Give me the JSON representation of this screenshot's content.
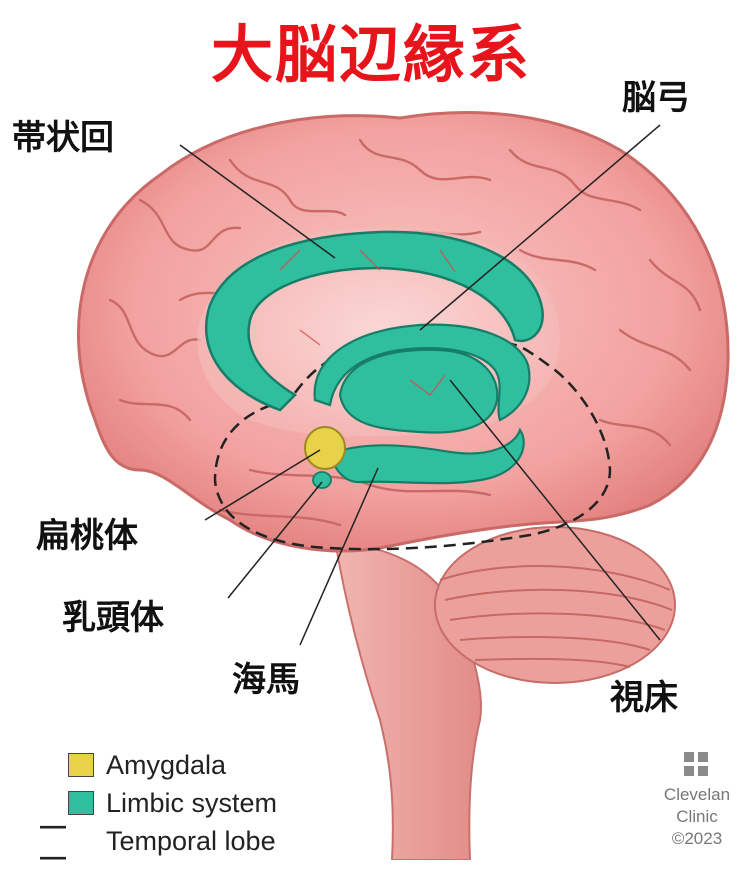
{
  "title": "大脳辺縁系",
  "labels": {
    "cingulate": "帯状回",
    "fornix": "脳弓",
    "amygdala": "扁桃体",
    "mammillary": "乳頭体",
    "hippocampus": "海馬",
    "thalamus": "視床"
  },
  "legend": [
    {
      "label": "Amygdala",
      "color": "#e8d24a",
      "kind": "swatch"
    },
    {
      "label": "Limbic system",
      "color": "#2fbf9e",
      "kind": "swatch"
    },
    {
      "label": "Temporal lobe",
      "kind": "dash"
    }
  ],
  "credit": {
    "line1": "Clevelan",
    "line2": "Clinic",
    "line3": "©2023"
  },
  "colors": {
    "title": "#e8141c",
    "brain": "#f29a9a",
    "brain_dark": "#d9706f",
    "limbic": "#2fbf9e",
    "amygdala": "#e8d24a"
  }
}
